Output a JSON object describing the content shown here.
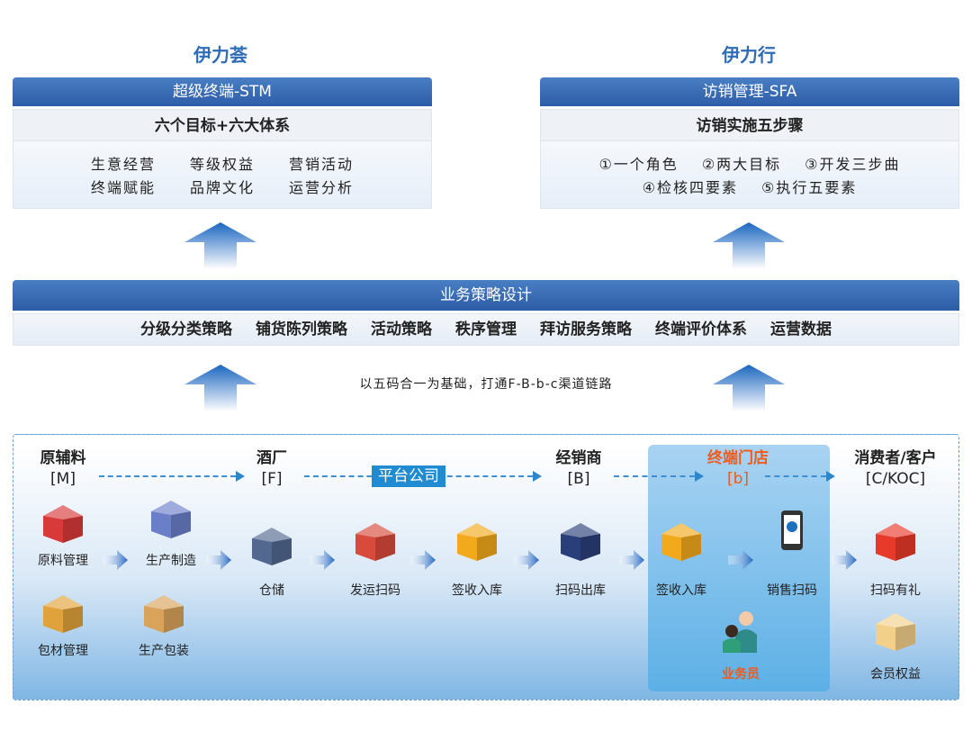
{
  "left": {
    "title": "伊力荟",
    "header": "超级终端-STM",
    "subheader": "六个目标+六大体系",
    "rows": [
      [
        "生意经营",
        "等级权益",
        "营销活动"
      ],
      [
        "终端赋能",
        "品牌文化",
        "运营分析"
      ]
    ]
  },
  "right": {
    "title": "伊力行",
    "header": "访销管理-SFA",
    "subheader": "访销实施五步骤",
    "rows": [
      [
        "①一个角色",
        "②两大目标",
        "③开发三步曲"
      ],
      [
        "④检核四要素",
        "⑤执行五要素"
      ]
    ]
  },
  "strategy": {
    "header": "业务策略设计",
    "items": [
      "分级分类策略",
      "铺货陈列策略",
      "活动策略",
      "秩序管理",
      "拜访服务策略",
      "终端评价体系",
      "运营数据"
    ]
  },
  "foundation_text": "以五码合一为基础，打通F-B-b-c渠道链路",
  "nodes": [
    {
      "name": "原辅料",
      "code": "[M]"
    },
    {
      "name": "酒厂",
      "code": "[F]"
    },
    {
      "name": "经销商",
      "code": "[B]"
    },
    {
      "name": "终端门店",
      "code": "[b]"
    },
    {
      "name": "消费者/客户",
      "code": "[C/KOC]"
    }
  ],
  "platform_label": "平台公司",
  "steps": [
    "原料管理",
    "生产制造",
    "包材管理",
    "生产包装",
    "仓储",
    "发运扫码",
    "签收入库",
    "扫码出库",
    "签收入库",
    "销售扫码",
    "扫码有礼",
    "业务员",
    "会员权益"
  ],
  "colors": {
    "brand_blue": "#2e6db5",
    "accent_orange": "#f05a1a",
    "platform_blue": "#1f8bd0"
  }
}
